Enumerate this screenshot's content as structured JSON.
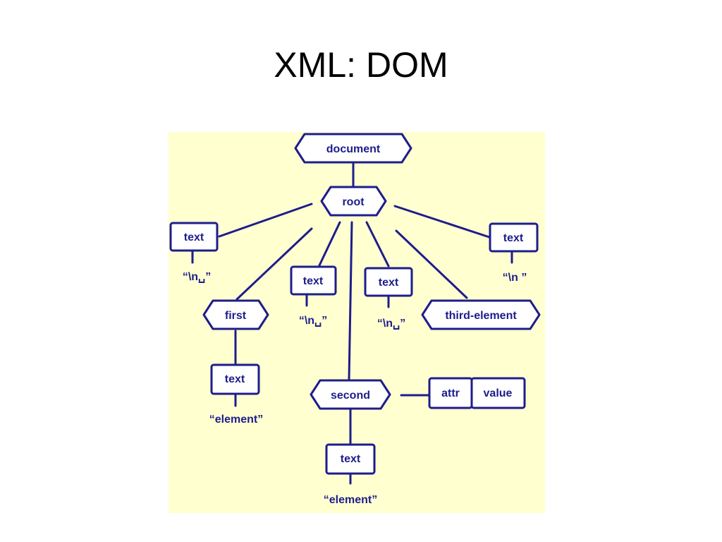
{
  "slide": {
    "title": "XML: DOM"
  },
  "diagram": {
    "colors": {
      "ink": "#1d1d8c",
      "panel": "#ffffd0"
    },
    "nodes": {
      "document": "document",
      "root": "root",
      "text_left": "text",
      "text_right": "text",
      "first": "first",
      "text_mid1": "text",
      "text_mid2": "text",
      "third_element": "third-element",
      "text_first_child": "text",
      "second": "second",
      "attr": "attr",
      "value": "value",
      "text_second_child": "text"
    },
    "values": {
      "text_left": "“\\n␣”",
      "text_right": "“\\n ”",
      "text_mid1": "“\\n␣”",
      "text_mid2": "“\\n␣”",
      "text_first_child": "“element”",
      "text_second_child": "“element”"
    }
  }
}
